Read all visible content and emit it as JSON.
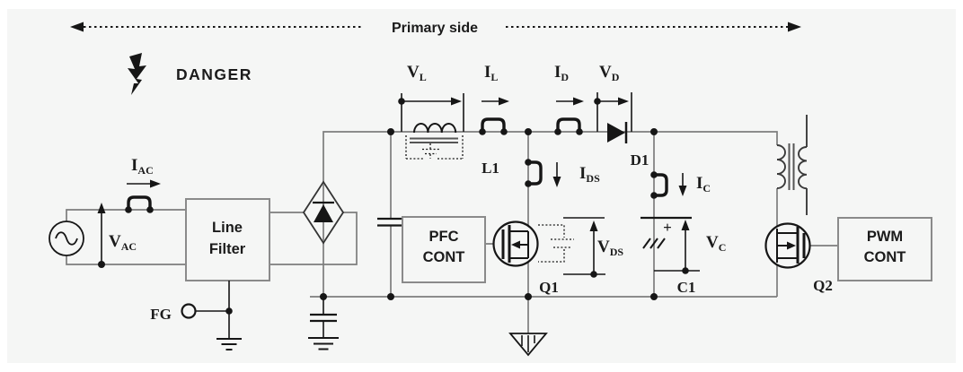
{
  "colors": {
    "bg": "#f5f6f5",
    "wire": "#7d7d7d",
    "ink": "#161616",
    "box": "#8a8a8a",
    "text": "#1b1b1b"
  },
  "header": {
    "primary_side": "Primary side",
    "danger": "DANGER"
  },
  "labels": {
    "vac": {
      "base": "V",
      "sub": "AC"
    },
    "iac": {
      "base": "I",
      "sub": "AC"
    },
    "vl": {
      "base": "V",
      "sub": "L"
    },
    "il": {
      "base": "I",
      "sub": "L"
    },
    "id": {
      "base": "I",
      "sub": "D"
    },
    "vd": {
      "base": "V",
      "sub": "D"
    },
    "ids": {
      "base": "I",
      "sub": "DS"
    },
    "ic": {
      "base": "I",
      "sub": "C"
    },
    "vds": {
      "base": "V",
      "sub": "DS"
    },
    "vc": {
      "base": "V",
      "sub": "C"
    }
  },
  "components": {
    "l1": "L1",
    "d1": "D1",
    "c1": "C1",
    "c1_plus": "+",
    "q1": "Q1",
    "q2": "Q2",
    "fg": "FG"
  },
  "blocks": {
    "line_filter": {
      "line1": "Line",
      "line2": "Filter"
    },
    "pfc": {
      "line1": "PFC",
      "line2": "CONT"
    },
    "pwm": {
      "line1": "PWM",
      "line2": "CONT"
    }
  }
}
